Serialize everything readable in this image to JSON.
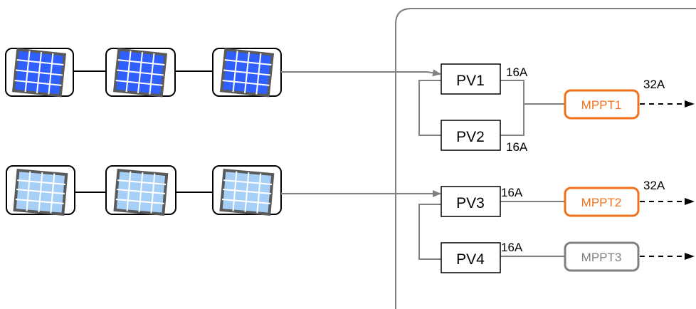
{
  "colors": {
    "panel_dark_fill": "#2f5fff",
    "panel_light_fill": "#a6cff8",
    "panel_frame": "#5a5a5a",
    "mppt_active": "#f0711a",
    "mppt_inactive": "#808080",
    "wire": "#808080",
    "inverter_border": "#808080"
  },
  "strings": {
    "string1": {
      "panel_count": 3,
      "panel_shade": "dark"
    },
    "string2": {
      "panel_count": 3,
      "panel_shade": "light"
    }
  },
  "inputs": {
    "pv1": {
      "label": "PV1",
      "current": "16A"
    },
    "pv2": {
      "label": "PV2",
      "current": "16A"
    },
    "pv3": {
      "label": "PV3",
      "current": "16A"
    },
    "pv4": {
      "label": "PV4",
      "current": "16A"
    }
  },
  "mppts": {
    "mppt1": {
      "label": "MPPT1",
      "current": "32A",
      "state": "active"
    },
    "mppt2": {
      "label": "MPPT2",
      "current": "32A",
      "state": "active"
    },
    "mppt3": {
      "label": "MPPT3",
      "current": "",
      "state": "inactive"
    }
  }
}
